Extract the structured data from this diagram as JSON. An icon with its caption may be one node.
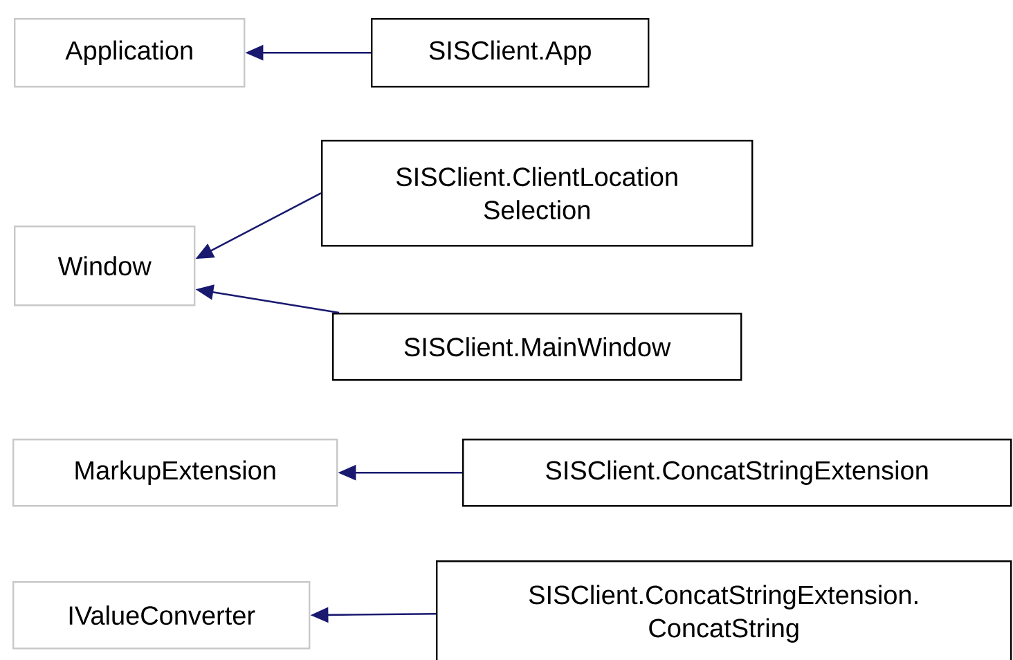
{
  "diagram": {
    "nodes": [
      {
        "text": [
          "Application"
        ]
      },
      {
        "text": [
          "SISClient.App"
        ]
      },
      {
        "text": [
          "SISClient.ClientLocation Selection"
        ]
      },
      {
        "text": [
          "Window"
        ]
      },
      {
        "text": [
          "SISClient.MainWindow"
        ]
      },
      {
        "text": [
          "MarkupExtension"
        ]
      },
      {
        "text": [
          "SISClient.ConcatStringExtension"
        ]
      },
      {
        "text": [
          "IValueConverter"
        ]
      },
      {
        "text": [
          "SISClient.ConcatStringExtension. ConcatString"
        ]
      }
    ],
    "edges": [
      {
        "from": 1,
        "to": 0,
        "arrow": "to"
      },
      {
        "from": 2,
        "to": 3,
        "arrow": "to"
      },
      {
        "from": 4,
        "to": 3,
        "arrow": "to"
      },
      {
        "from": 6,
        "to": 5,
        "arrow": "to"
      },
      {
        "from": 8,
        "to": 7,
        "arrow": "to"
      }
    ]
  }
}
